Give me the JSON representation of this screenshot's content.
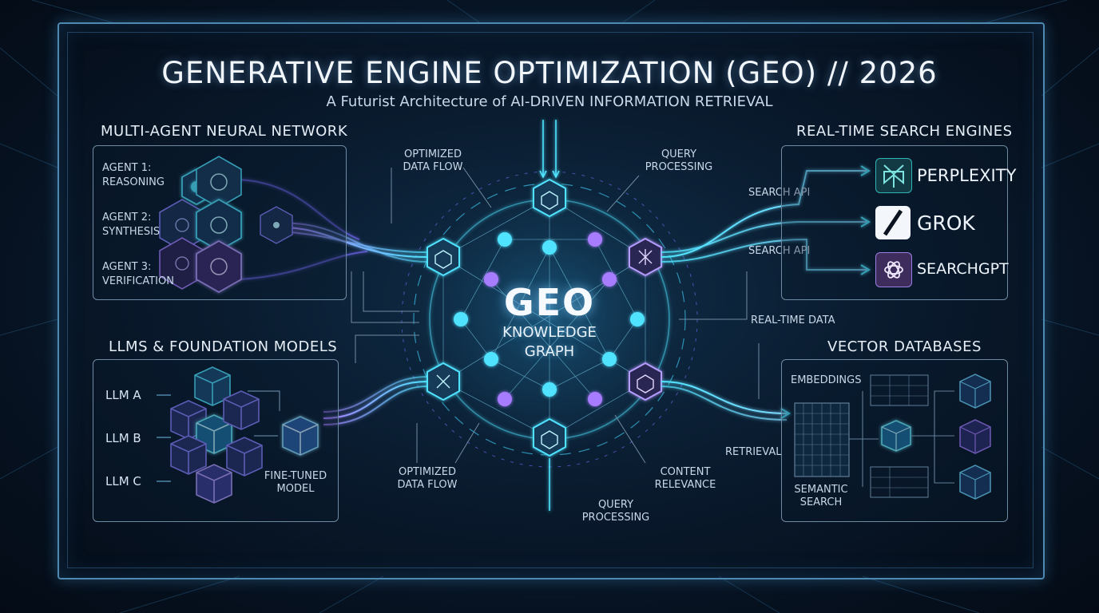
{
  "header": {
    "title": "GENERATIVE ENGINE OPTIMIZATION (GEO) // 2026",
    "subtitle": "A Futurist Architecture of AI-DRIVEN INFORMATION RETRIEVAL"
  },
  "multi_agent": {
    "title": "MULTI-AGENT NEURAL NETWORK",
    "agents": [
      {
        "line1": "AGENT 1:",
        "line2": "REASONING"
      },
      {
        "line1": "AGENT 2:",
        "line2": "SYNTHESIS"
      },
      {
        "line1": "AGENT 3:",
        "line2": "VERIFICATION"
      }
    ]
  },
  "llms": {
    "title": "LLMS & FOUNDATION MODELS",
    "models": [
      "LLM A",
      "LLM B",
      "LLM C"
    ],
    "fine_tuned_line1": "FINE-TUNED",
    "fine_tuned_line2": "MODEL"
  },
  "center": {
    "main": "GEO",
    "line1": "KNOWLEDGE",
    "line2": "GRAPH"
  },
  "flow_labels": {
    "optimized_top_1": "OPTIMIZED",
    "optimized_top_2": "DATA FLOW",
    "query_top_1": "QUERY",
    "query_top_2": "PROCESSING",
    "optimized_bottom_1": "OPTIMIZED",
    "optimized_bottom_2": "DATA FLOW",
    "content_1": "CONTENT",
    "content_2": "RELEVANCE",
    "query_bottom_1": "QUERY",
    "query_bottom_2": "PROCESSING",
    "search_api_1": "SEARCH API",
    "search_api_2": "SEARCH API",
    "real_time": "REAL-TIME DATA",
    "retrieval": "RETRIEVAL"
  },
  "search_engines": {
    "title": "REAL-TIME SEARCH ENGINES",
    "items": [
      "PERPLEXITY",
      "GROK",
      "SEARCHGPT"
    ]
  },
  "vector_db": {
    "title": "VECTOR DATABASES",
    "embeddings": "EMBEDDINGS",
    "semantic_1": "SEMANTIC",
    "semantic_2": "SEARCH"
  },
  "colors": {
    "cyan": "#4fe3ff",
    "purple": "#a77cff",
    "frame": "#4d89b0"
  }
}
